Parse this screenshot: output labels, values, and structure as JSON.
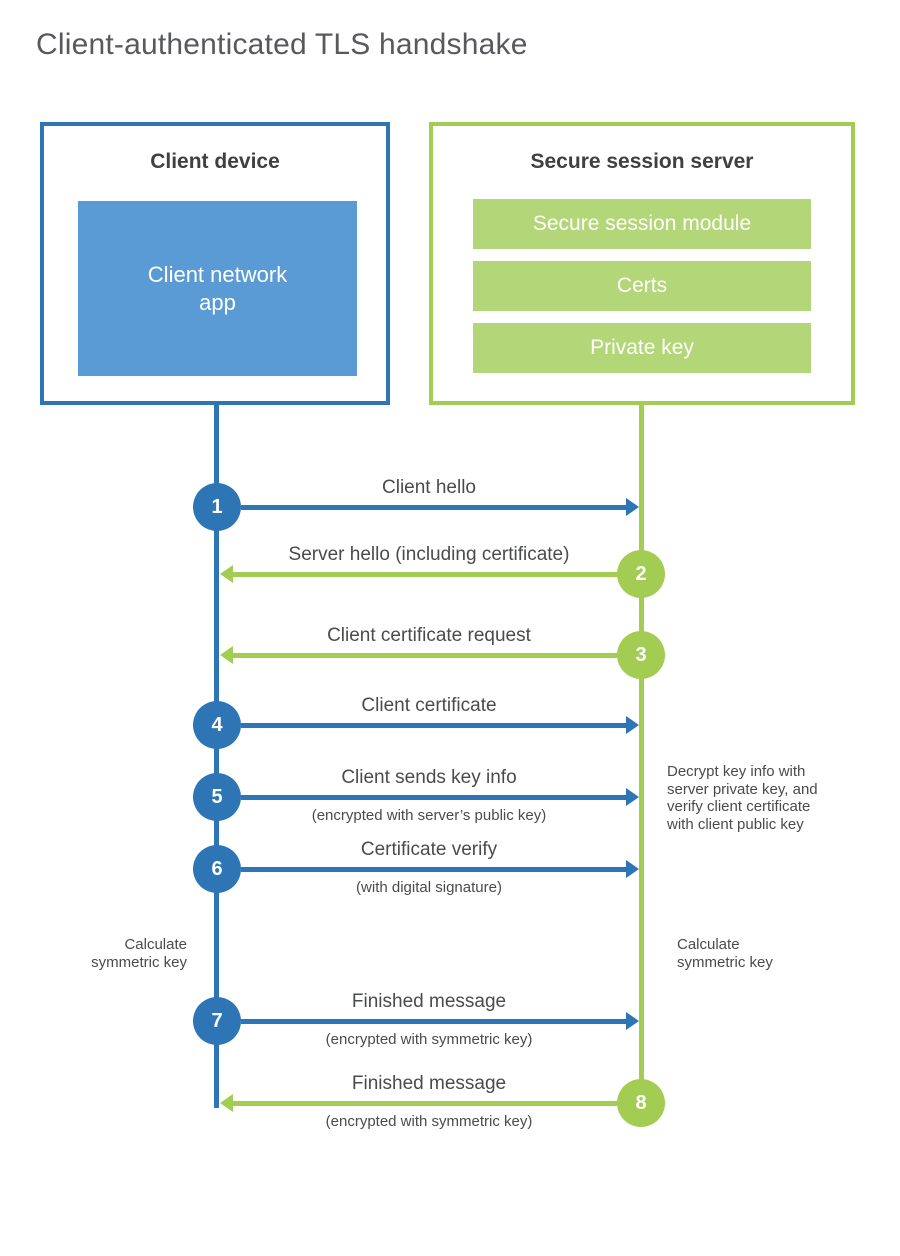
{
  "title": "Client-authenticated TLS handshake",
  "colors": {
    "blue_line": "#2e75b6",
    "blue_fill": "#5b9bd5",
    "green_line": "#a3cc52",
    "green_fill": "#b3d678",
    "text": "#4a4b4d",
    "title_text": "#58595c"
  },
  "client_box": {
    "title": "Client device",
    "app": "Client network\napp"
  },
  "server_box": {
    "title": "Secure session server",
    "modules": [
      "Secure session module",
      "Certs",
      "Private key"
    ]
  },
  "steps": [
    {
      "num": "1",
      "label": "Client hello"
    },
    {
      "num": "2",
      "label": "Server hello (including certificate)"
    },
    {
      "num": "3",
      "label": "Client certificate request"
    },
    {
      "num": "4",
      "label": "Client certificate"
    },
    {
      "num": "5",
      "label": "Client sends key info",
      "sub": "(encrypted with server’s public key)"
    },
    {
      "num": "6",
      "label": "Certificate verify",
      "sub": "(with digital signature)"
    },
    {
      "num": "7",
      "label": "Finished message",
      "sub": "(encrypted with symmetric key)"
    },
    {
      "num": "8",
      "label": "Finished message",
      "sub": "(encrypted with symmetric key)"
    }
  ],
  "notes": {
    "decrypt": "Decrypt key info with\nserver private key, and\nverify client certificate\nwith client public key",
    "calc_left": "Calculate\nsymmetric key",
    "calc_right": "Calculate\nsymmetric key"
  }
}
